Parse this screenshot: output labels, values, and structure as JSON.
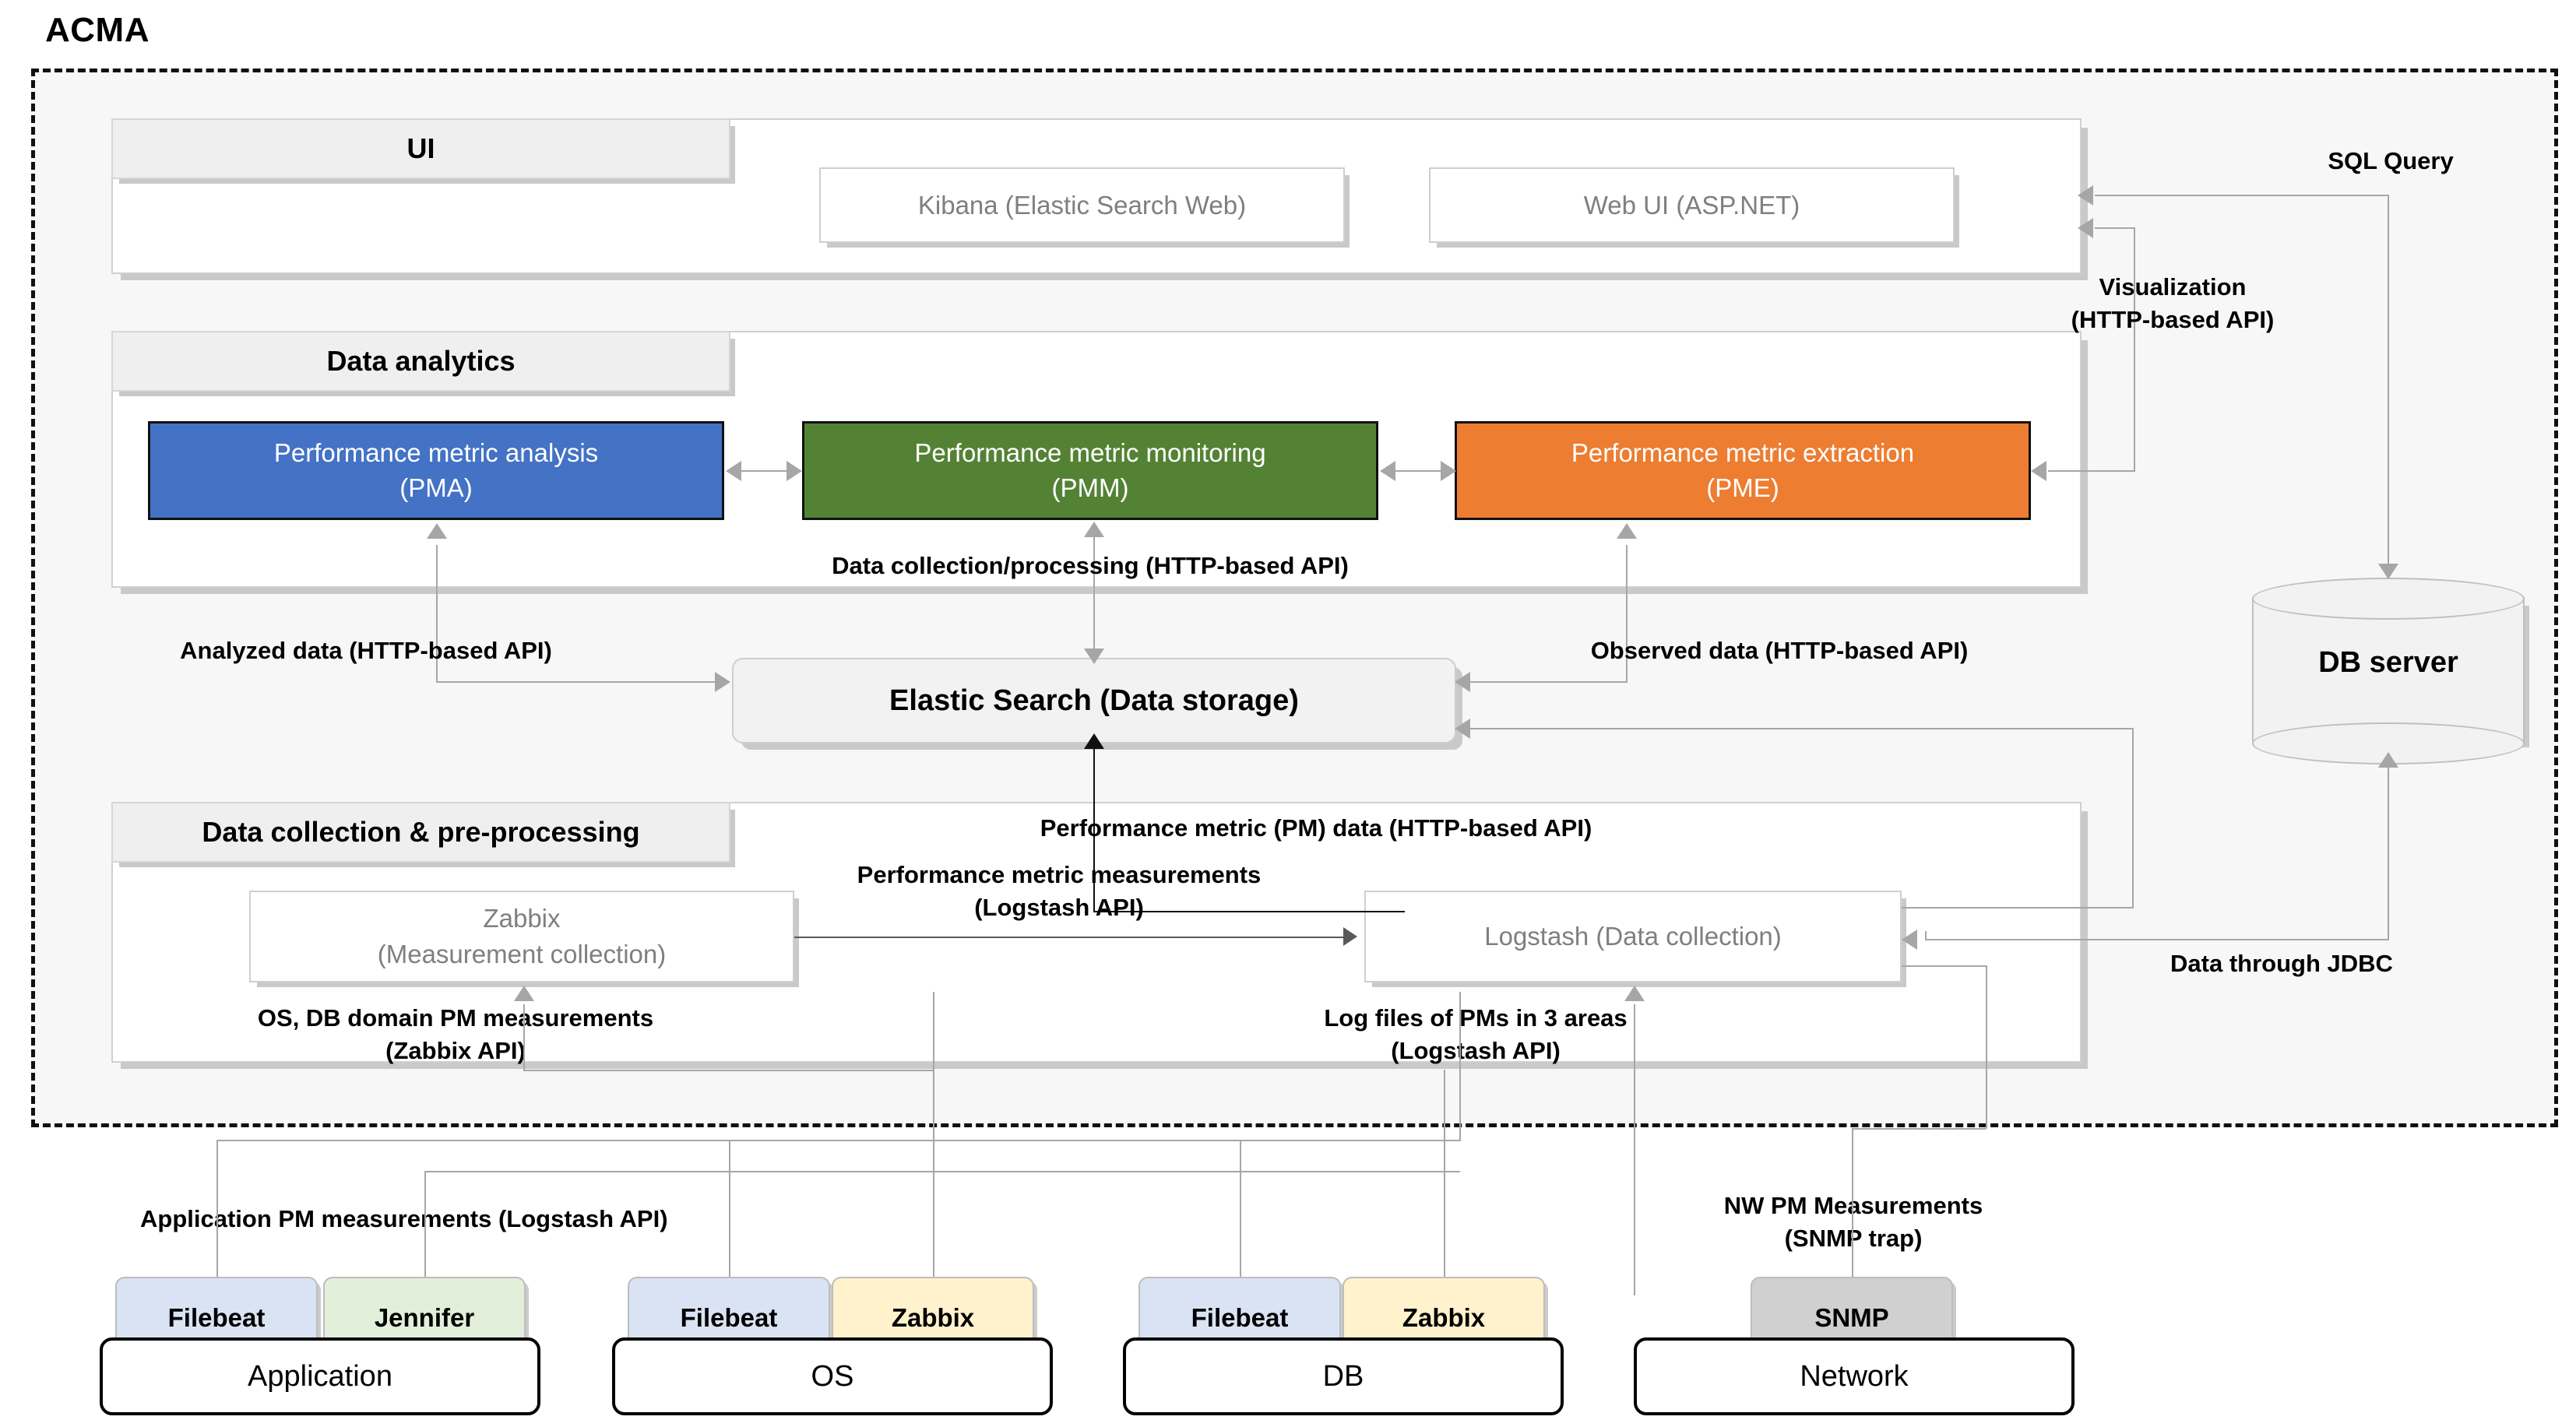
{
  "diagram": {
    "title": "ACMA",
    "type": "architecture"
  },
  "layers": {
    "ui": {
      "tab_label": "UI",
      "boxes": [
        {
          "label": "Kibana (Elastic Search Web)"
        },
        {
          "label": "Web UI (ASP.NET)"
        }
      ]
    },
    "analytics": {
      "tab_label": "Data analytics",
      "boxes": [
        {
          "label": "Performance metric analysis\n(PMA)",
          "short": "PMA",
          "color": "#4472C4"
        },
        {
          "label": "Performance metric monitoring\n(PMM)",
          "short": "PMM",
          "color": "#548235"
        },
        {
          "label": "Performance metric extraction\n(PME)",
          "short": "PME",
          "color": "#ED7D31"
        }
      ]
    },
    "storage": {
      "label": "Elastic Search (Data storage)"
    },
    "collection": {
      "tab_label": "Data collection & pre-processing",
      "boxes": [
        {
          "label": "Zabbix\n(Measurement collection)"
        },
        {
          "label": "Logstash (Data collection)"
        }
      ]
    }
  },
  "external": {
    "db_server": {
      "label": "DB server"
    }
  },
  "edge_labels": {
    "sql_query": "SQL Query",
    "visualization": "Visualization\n(HTTP-based API)",
    "data_collection_processing": "Data collection/processing (HTTP-based API)",
    "analyzed_data": "Analyzed data (HTTP-based API)",
    "observed_data": "Observed data (HTTP-based API)",
    "pm_data": "Performance metric (PM) data (HTTP-based API)",
    "pm_measurements": "Performance metric measurements\n(Logstash API)",
    "os_db_domain": "OS, DB domain PM measurements\n(Zabbix API)",
    "log_files": "Log files of PMs in 3 areas\n(Logstash API)",
    "data_through_jdbc": "Data through JDBC",
    "application_pm": "Application PM measurements (Logstash API)",
    "nw_pm": "NW PM Measurements\n(SNMP trap)"
  },
  "domains": [
    {
      "name": "Application",
      "agents": [
        {
          "label": "Filebeat",
          "color": "#DAE3F3"
        },
        {
          "label": "Jennifer",
          "color": "#E2EFDA"
        }
      ]
    },
    {
      "name": "OS",
      "agents": [
        {
          "label": "Filebeat",
          "color": "#DAE3F3"
        },
        {
          "label": "Zabbix",
          "color": "#FFF2CC"
        }
      ]
    },
    {
      "name": "DB",
      "agents": [
        {
          "label": "Filebeat",
          "color": "#DAE3F3"
        },
        {
          "label": "Zabbix",
          "color": "#FFF2CC"
        }
      ]
    },
    {
      "name": "Network",
      "agents": [
        {
          "label": "SNMP",
          "color": "#D0D0D0"
        }
      ]
    }
  ],
  "colors": {
    "pma": "#4472C4",
    "pmm": "#548235",
    "pme": "#ED7D31",
    "filebeat": "#DAE3F3",
    "jennifer": "#E2EFDA",
    "zabbix": "#FFF2CC",
    "snmp": "#D0D0D0",
    "connector": "#a6a6a6",
    "boundary": "#111111"
  }
}
